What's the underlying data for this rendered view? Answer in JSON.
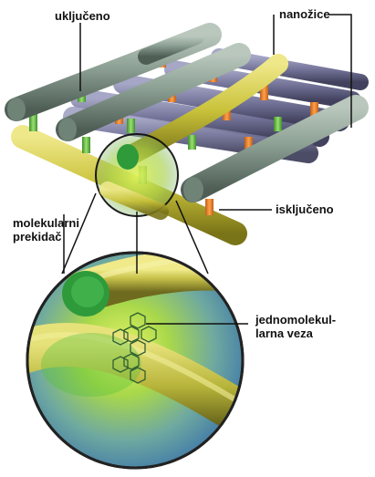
{
  "labels": {
    "ukljuceno": "uključeno",
    "nanozice": "nanožice",
    "iskljuceno": "isključeno",
    "molekularni_line1": "molekularni",
    "molekularni_line2": "prekidač",
    "jednomol_line1": "jednomolekul-",
    "jednomol_line2": "larna veza"
  },
  "colors": {
    "gray_wire": "#7f9488",
    "blue_wire": "#6f6f92",
    "yellow_wire": "#c9c23a",
    "orange_junction": "#f08a2a",
    "green_junction": "#6cc04a",
    "lens_blue": "#4f8fb8",
    "lens_glow": "#d7f04a"
  },
  "icons": {
    "grid": "nanowire-crossbar-grid",
    "magnifier": "magnifier-lens-icon",
    "molecule": "benzene-chain-molecule-icon"
  }
}
